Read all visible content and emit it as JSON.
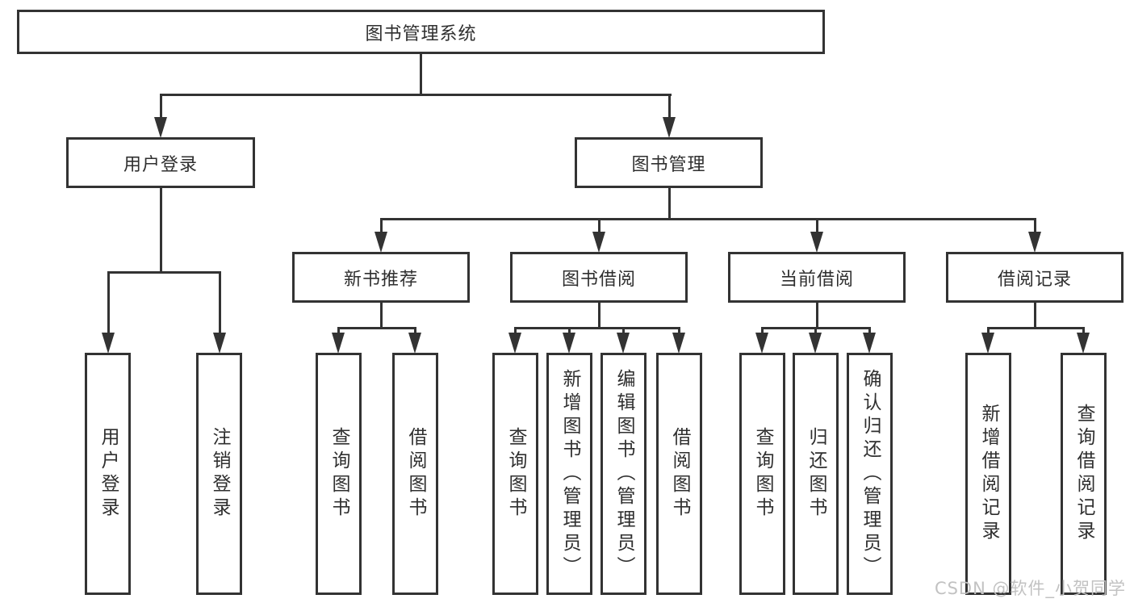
{
  "tree": {
    "label": "图书管理系统",
    "children": [
      {
        "label": "用户登录",
        "children": [
          {
            "label": "用户登录"
          },
          {
            "label": "注销登录"
          }
        ]
      },
      {
        "label": "图书管理",
        "children": [
          {
            "label": "新书推荐",
            "children": [
              {
                "label": "查询图书"
              },
              {
                "label": "借阅图书"
              }
            ]
          },
          {
            "label": "图书借阅",
            "children": [
              {
                "label": "查询图书"
              },
              {
                "label": "新增图书（管理员）"
              },
              {
                "label": "编辑图书（管理员）"
              },
              {
                "label": "借阅图书"
              }
            ]
          },
          {
            "label": "当前借阅",
            "children": [
              {
                "label": "查询图书"
              },
              {
                "label": "归还图书"
              },
              {
                "label": "确认归还（管理员）"
              }
            ]
          },
          {
            "label": "借阅记录",
            "children": [
              {
                "label": "新增借阅记录"
              },
              {
                "label": "查询借阅记录"
              }
            ]
          }
        ]
      }
    ]
  },
  "watermark": "CSDN @软件_小贺同学",
  "colors": {
    "line": "#333333",
    "text": "#2f2f2f",
    "watermark": "#c2c2c2",
    "background": "#ffffff"
  }
}
